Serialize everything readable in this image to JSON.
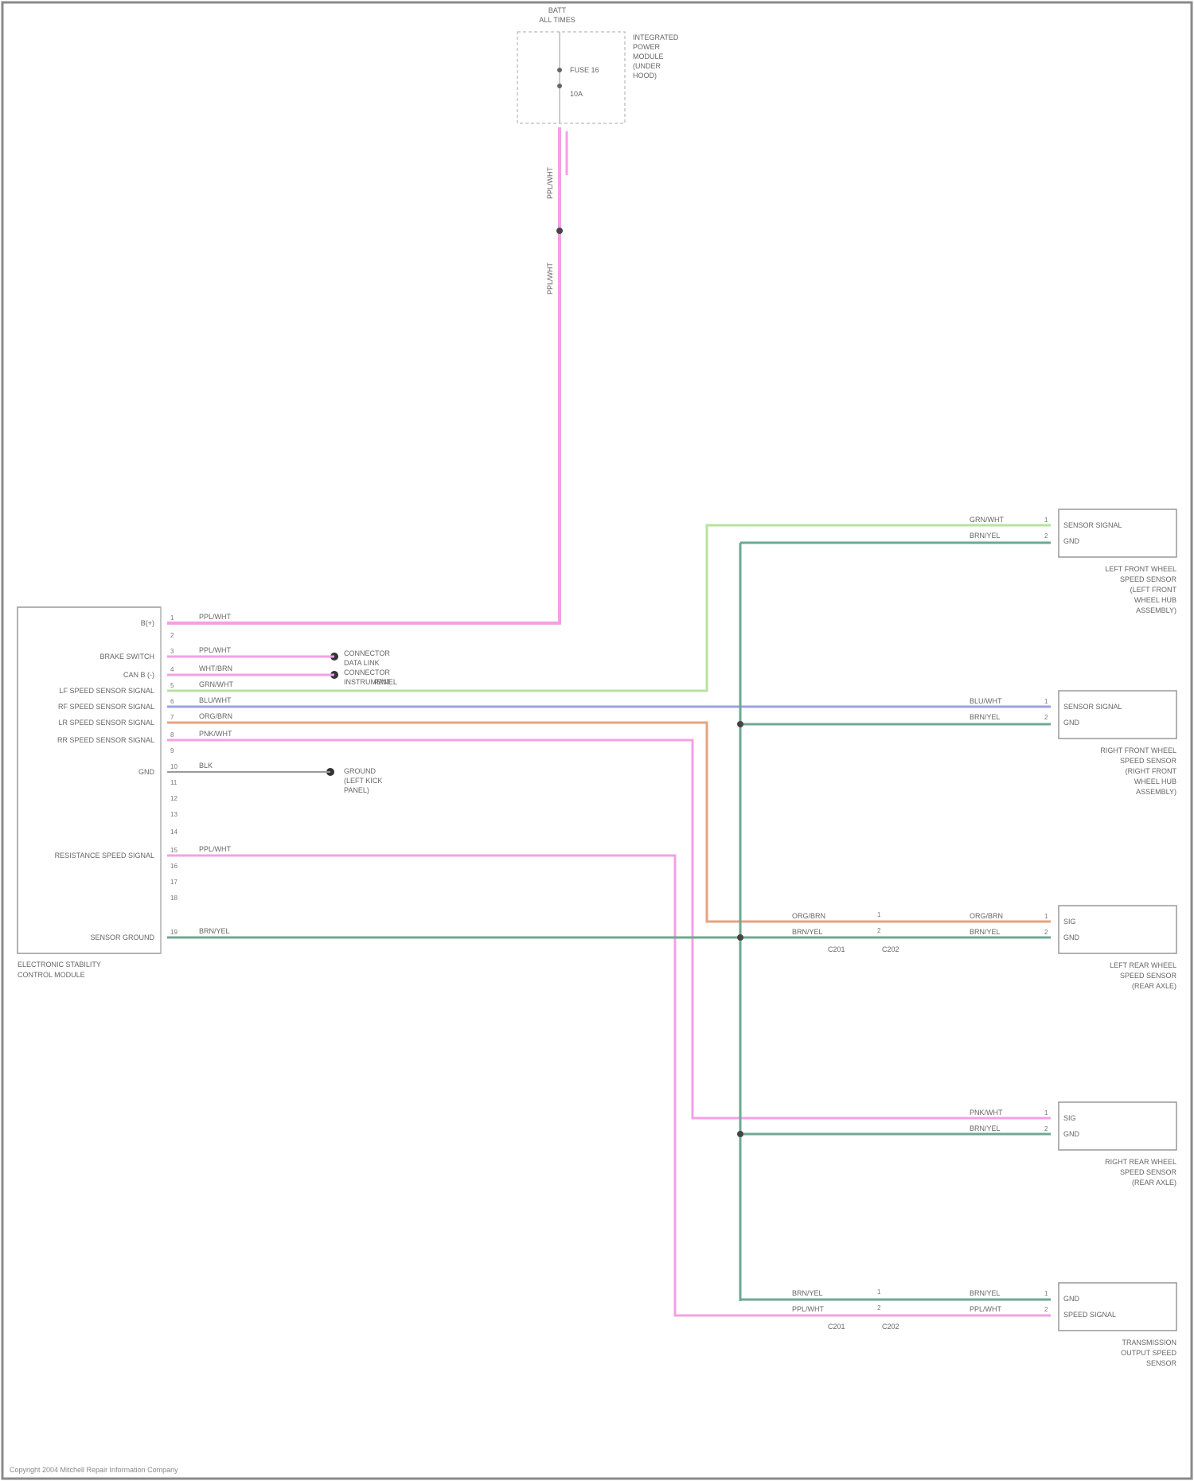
{
  "diagram": {
    "footer": "Copyright 2004 Mitchell Repair Information Company",
    "fuse_box": {
      "title": [
        "BATT",
        "ALL TIMES"
      ],
      "fuse_label": "FUSE 16",
      "fuse_rating": "10A",
      "description": [
        "INTEGRATED",
        "POWER",
        "MODULE",
        "(UNDER",
        "HOOD)"
      ],
      "wire_upper": "PPL/WHT",
      "wire_lower": "PPL/WHT"
    },
    "module": {
      "name": [
        "ELECTRONIC STABILITY",
        "CONTROL MODULE"
      ],
      "pins": [
        {
          "num": "1",
          "label": "B(+)",
          "wire": "PPL/WHT"
        },
        {
          "num": "2",
          "label": "",
          "wire": ""
        },
        {
          "num": "3",
          "label": "BRAKE SWITCH",
          "wire": "PPL/WHT"
        },
        {
          "num": "4",
          "label": "CAN B (-)",
          "wire": "WHT/BRN"
        },
        {
          "num": "5",
          "label": "LF SPEED SENSOR SIGNAL",
          "wire": "GRN/WHT"
        },
        {
          "num": "6",
          "label": "RF SPEED SENSOR SIGNAL",
          "wire": "BLU/WHT"
        },
        {
          "num": "7",
          "label": "LR SPEED SENSOR SIGNAL",
          "wire": "ORG/BRN"
        },
        {
          "num": "8",
          "label": "RR SPEED SENSOR SIGNAL",
          "wire": "PNK/WHT"
        },
        {
          "num": "9",
          "label": "",
          "wire": ""
        },
        {
          "num": "10",
          "label": "GND",
          "wire": "BLK"
        },
        {
          "num": "11",
          "label": "",
          "wire": ""
        },
        {
          "num": "12",
          "label": "",
          "wire": ""
        },
        {
          "num": "13",
          "label": "",
          "wire": ""
        },
        {
          "num": "14",
          "label": "",
          "wire": ""
        },
        {
          "num": "15",
          "label": "RESISTANCE SPEED SIGNAL",
          "wire": "PPL/WHT"
        },
        {
          "num": "16",
          "label": "",
          "wire": ""
        },
        {
          "num": "17",
          "label": "",
          "wire": ""
        },
        {
          "num": "18",
          "label": "",
          "wire": ""
        },
        {
          "num": "19",
          "label": "SENSOR GROUND",
          "wire": "BRN/YEL"
        }
      ]
    },
    "offpage": [
      {
        "lines": [
          "CONNECTOR",
          "DATA LINK",
          "CONNECTOR"
        ]
      },
      {
        "lines": [
          "INSTRUMENT",
          "PANEL"
        ]
      },
      {
        "lines": [
          "GROUND",
          "(LEFT KICK",
          "PANEL)"
        ]
      }
    ],
    "sensors": [
      {
        "pins": [
          {
            "num": "1",
            "label": "SENSOR SIGNAL",
            "wire": "GRN/WHT"
          },
          {
            "num": "2",
            "label": "GND",
            "wire": "BRN/YEL"
          }
        ],
        "desc": [
          "LEFT FRONT WHEEL",
          "SPEED SENSOR",
          "(LEFT FRONT",
          "WHEEL HUB",
          "ASSEMBLY)"
        ]
      },
      {
        "pins": [
          {
            "num": "1",
            "label": "SENSOR SIGNAL",
            "wire": "BLU/WHT"
          },
          {
            "num": "2",
            "label": "GND",
            "wire": "BRN/YEL"
          }
        ],
        "desc": [
          "RIGHT FRONT WHEEL",
          "SPEED SENSOR",
          "(RIGHT FRONT",
          "WHEEL HUB",
          "ASSEMBLY)"
        ]
      },
      {
        "pins": [
          {
            "num": "1",
            "label": "SIG",
            "wire": "ORG/BRN"
          },
          {
            "num": "2",
            "label": "GND",
            "wire": "BRN/YEL"
          }
        ],
        "desc": [
          "LEFT REAR WHEEL",
          "SPEED SENSOR",
          "(REAR AXLE)"
        ],
        "inline": {
          "conn_left": "C201",
          "conn_right": "C202",
          "wire_a": "ORG/BRN",
          "wire_b": "BRN/YEL"
        }
      },
      {
        "pins": [
          {
            "num": "1",
            "label": "SIG",
            "wire": "PNK/WHT"
          },
          {
            "num": "2",
            "label": "GND",
            "wire": "BRN/YEL"
          }
        ],
        "desc": [
          "RIGHT REAR WHEEL",
          "SPEED SENSOR",
          "(REAR AXLE)"
        ]
      },
      {
        "pins": [
          {
            "num": "1",
            "label": "GND",
            "wire": "BRN/YEL"
          },
          {
            "num": "2",
            "label": "SPEED SIGNAL",
            "wire": "PPL/WHT"
          }
        ],
        "desc": [
          "TRANSMISSION",
          "OUTPUT SPEED",
          "SENSOR"
        ],
        "inline": {
          "conn_left": "C201",
          "conn_right": "C202",
          "wire_a": "BRN/YEL",
          "wire_b": "PPL/WHT"
        }
      }
    ],
    "colors": {
      "pink": "#f3a0e6",
      "green": "#b6e39c",
      "teal": "#6fa892",
      "blue": "#9aa3df",
      "orange": "#e7a27e",
      "gray": "#9a9a9a"
    }
  }
}
